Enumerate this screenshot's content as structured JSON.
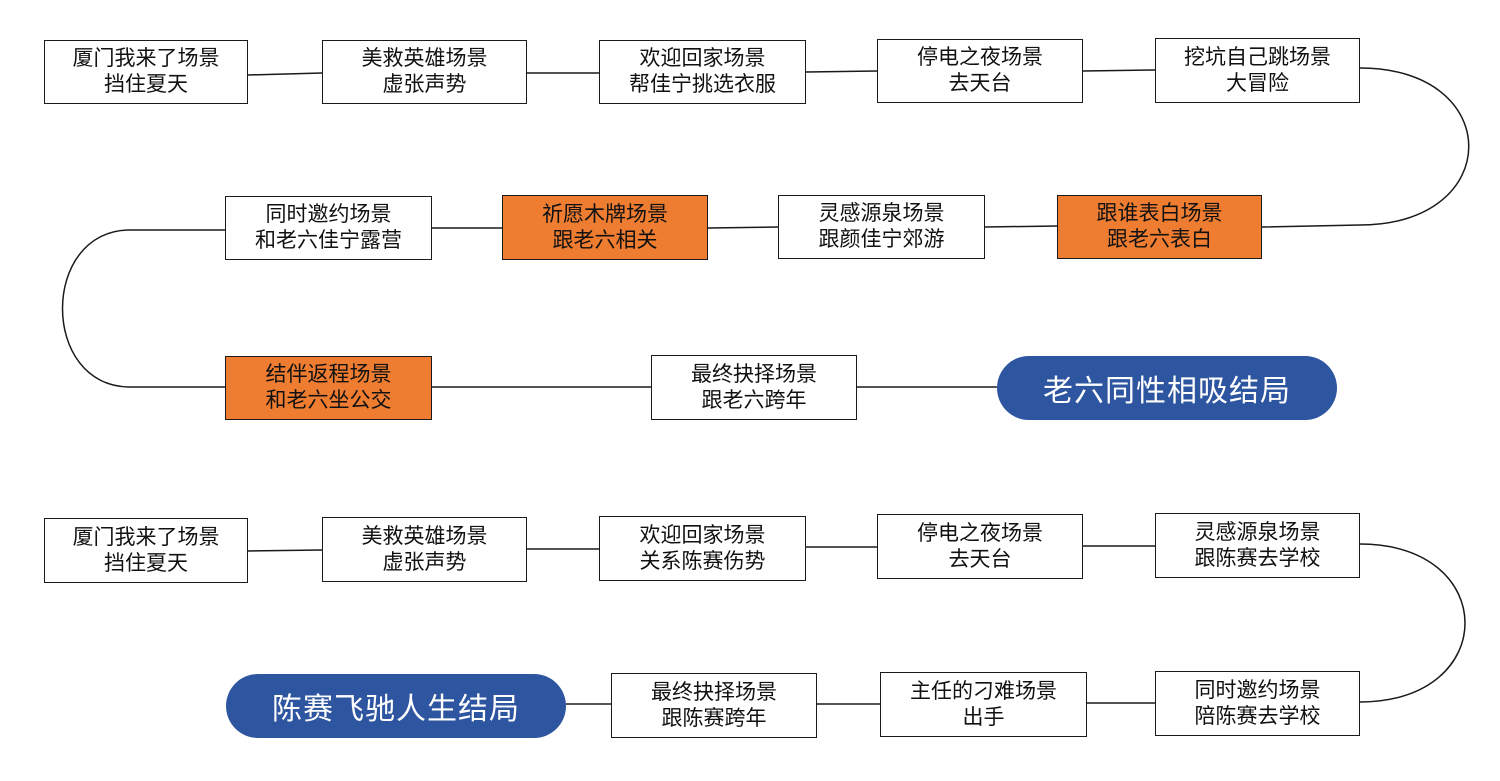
{
  "route1": {
    "n1": {
      "line1": "厦门我来了场景",
      "line2": "挡住夏天"
    },
    "n2": {
      "line1": "美救英雄场景",
      "line2": "虚张声势"
    },
    "n3": {
      "line1": "欢迎回家场景",
      "line2": "帮佳宁挑选衣服"
    },
    "n4": {
      "line1": "停电之夜场景",
      "line2": "去天台"
    },
    "n5": {
      "line1": "挖坑自己跳场景",
      "line2": "大冒险"
    },
    "n6": {
      "line1": "跟谁表白场景",
      "line2": "跟老六表白"
    },
    "n7": {
      "line1": "灵感源泉场景",
      "line2": "跟颜佳宁郊游"
    },
    "n8": {
      "line1": "祈愿木牌场景",
      "line2": "跟老六相关"
    },
    "n9": {
      "line1": "同时邀约场景",
      "line2": "和老六佳宁露营"
    },
    "n10": {
      "line1": "结伴返程场景",
      "line2": "和老六坐公交"
    },
    "n11": {
      "line1": "最终抉择场景",
      "line2": "跟老六跨年"
    },
    "ending": "老六同性相吸结局"
  },
  "route2": {
    "n1": {
      "line1": "厦门我来了场景",
      "line2": "挡住夏天"
    },
    "n2": {
      "line1": "美救英雄场景",
      "line2": "虚张声势"
    },
    "n3": {
      "line1": "欢迎回家场景",
      "line2": "关系陈赛伤势"
    },
    "n4": {
      "line1": "停电之夜场景",
      "line2": "去天台"
    },
    "n5": {
      "line1": "灵感源泉场景",
      "line2": "跟陈赛去学校"
    },
    "n6": {
      "line1": "同时邀约场景",
      "line2": "陪陈赛去学校"
    },
    "n7": {
      "line1": "主任的刁难场景",
      "line2": "出手"
    },
    "n8": {
      "line1": "最终抉择场景",
      "line2": "跟陈赛跨年"
    },
    "ending": "陈赛飞驰人生结局"
  },
  "colors": {
    "highlight": "#ee7d31",
    "ending": "#2e55a0",
    "line": "#1a1a1a"
  }
}
